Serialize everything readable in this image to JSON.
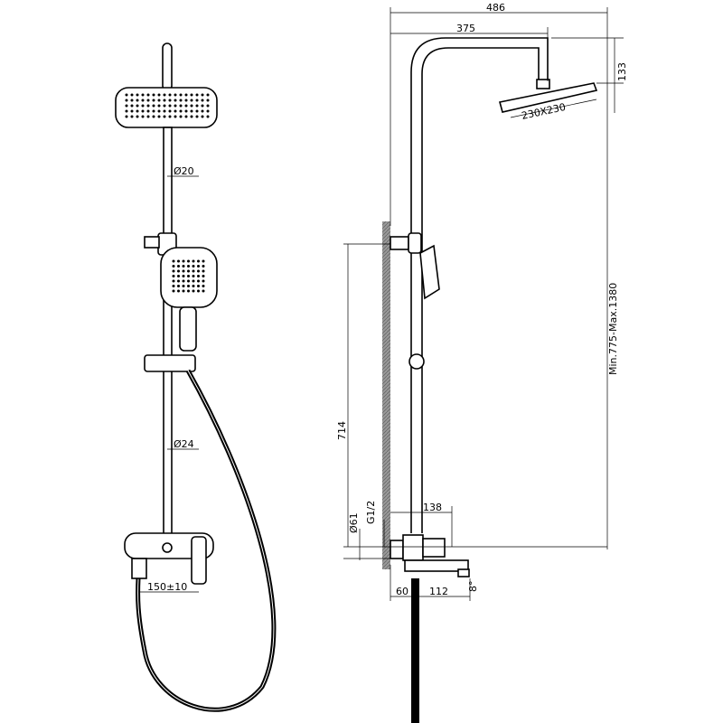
{
  "front_view": {
    "rail_top_diameter": "Ø20",
    "rail_bottom_diameter": "Ø24",
    "inlet_spacing": "150±10"
  },
  "side_view": {
    "overall_reach": "486",
    "arm_reach": "375",
    "head_height": "133",
    "head_size": "230X230",
    "height_range": "Min.775-Max.1380",
    "bracket_height": "714",
    "escutcheon_diameter": "Ø61",
    "thread": "G1/2",
    "mixer_depth": "138",
    "wall_offset": "60",
    "spout_length": "112",
    "spout_angle": "8°"
  },
  "colors": {
    "line": "#000000",
    "wall_hatch": "#888888"
  }
}
